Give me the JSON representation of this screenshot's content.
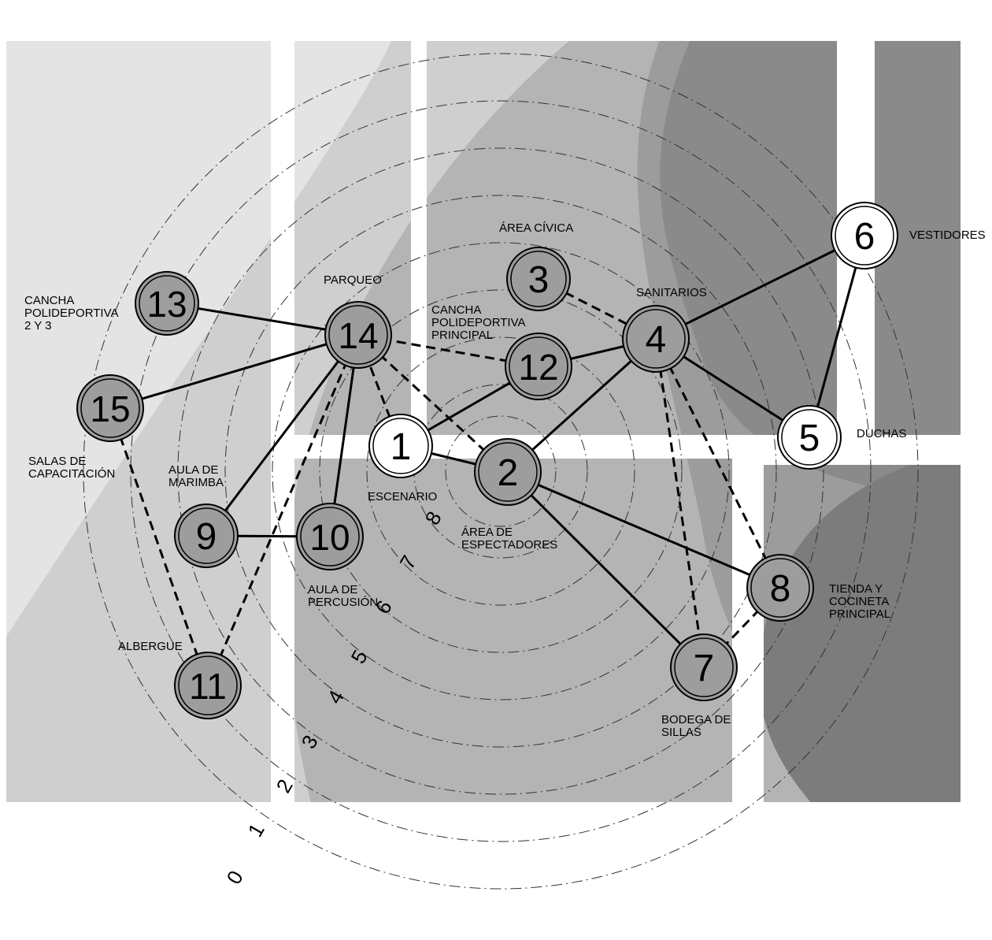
{
  "colors": {
    "background": "#ffffff",
    "lightest": "#e4e4e4",
    "light": "#cfcfcf",
    "medium": "#b4b4b4",
    "mediumDark": "#9c9c9c",
    "dark": "#7c7c7c",
    "line": "#000000",
    "nodeFill": "#9d9d9d",
    "nodeFillLight": "#ffffff"
  },
  "nodes": [
    {
      "id": 1,
      "number": "1",
      "label": [
        "ESCENARIO"
      ],
      "light": true
    },
    {
      "id": 2,
      "number": "2",
      "label": [
        "ÁREA DE",
        "ESPECTADORES"
      ]
    },
    {
      "id": 3,
      "number": "3",
      "label": [
        "ÁREA CÍVICA"
      ]
    },
    {
      "id": 4,
      "number": "4",
      "label": [
        "SANITARIOS"
      ]
    },
    {
      "id": 5,
      "number": "5",
      "label": [
        "DUCHAS"
      ],
      "light": true
    },
    {
      "id": 6,
      "number": "6",
      "label": [
        "VESTIDORES"
      ],
      "light": true
    },
    {
      "id": 7,
      "number": "7",
      "label": [
        "BODEGA DE",
        "SILLAS"
      ]
    },
    {
      "id": 8,
      "number": "8",
      "label": [
        "TIENDA Y",
        "COCINETA",
        "PRINCIPAL"
      ]
    },
    {
      "id": 9,
      "number": "9",
      "label": [
        "AULA DE",
        "MARIMBA"
      ]
    },
    {
      "id": 10,
      "number": "10",
      "label": [
        "AULA DE",
        "PERCUSIÓN"
      ]
    },
    {
      "id": 11,
      "number": "11",
      "label": [
        "ALBERGUE"
      ]
    },
    {
      "id": 12,
      "number": "12",
      "label": [
        "CANCHA",
        "POLIDEPORTIVA",
        "PRINCIPAL"
      ]
    },
    {
      "id": 13,
      "number": "13",
      "label": [
        "CANCHA",
        "POLIDEPORTIVA",
        "2 Y 3"
      ]
    },
    {
      "id": 14,
      "number": "14",
      "label": [
        "PARQUEO"
      ]
    },
    {
      "id": 15,
      "number": "15",
      "label": [
        "SALAS DE",
        "CAPACITACIÓN"
      ]
    }
  ],
  "links": [
    {
      "from": 13,
      "to": 14,
      "style": "solid"
    },
    {
      "from": 15,
      "to": 14,
      "style": "solid"
    },
    {
      "from": 9,
      "to": 14,
      "style": "solid"
    },
    {
      "from": 10,
      "to": 14,
      "style": "solid"
    },
    {
      "from": 11,
      "to": 14,
      "style": "dashed"
    },
    {
      "from": 1,
      "to": 14,
      "style": "dashed"
    },
    {
      "from": 2,
      "to": 14,
      "style": "dashed"
    },
    {
      "from": 12,
      "to": 14,
      "style": "dashed"
    },
    {
      "from": 15,
      "to": 11,
      "style": "dashed"
    },
    {
      "from": 9,
      "to": 10,
      "style": "solid"
    },
    {
      "from": 1,
      "to": 12,
      "style": "solid"
    },
    {
      "from": 1,
      "to": 2,
      "style": "solid"
    },
    {
      "from": 12,
      "to": 4,
      "style": "solid"
    },
    {
      "from": 3,
      "to": 4,
      "style": "dashed"
    },
    {
      "from": 2,
      "to": 4,
      "style": "solid"
    },
    {
      "from": 4,
      "to": 6,
      "style": "solid"
    },
    {
      "from": 4,
      "to": 5,
      "style": "solid"
    },
    {
      "from": 6,
      "to": 5,
      "style": "solid"
    },
    {
      "from": 4,
      "to": 7,
      "style": "dashed"
    },
    {
      "from": 4,
      "to": 8,
      "style": "dashed"
    },
    {
      "from": 2,
      "to": 7,
      "style": "solid"
    },
    {
      "from": 2,
      "to": 8,
      "style": "solid"
    },
    {
      "from": 8,
      "to": 7,
      "style": "dashed"
    }
  ],
  "scale": {
    "ring_labels": [
      "0",
      "1",
      "2",
      "3",
      "4",
      "5",
      "6",
      "7",
      "8"
    ]
  }
}
